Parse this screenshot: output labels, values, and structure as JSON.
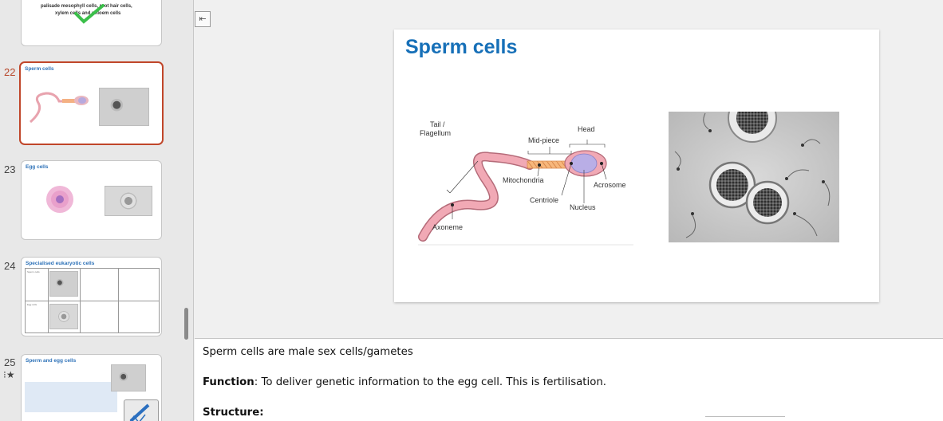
{
  "thumbnails": [
    {
      "caption_line1": "palisade mesophyll cells, root hair cells,",
      "caption_line2": "xylem cells and phloem cells"
    },
    {
      "number": "22",
      "title": "Sperm cells"
    },
    {
      "number": "23",
      "title": "Egg cells"
    },
    {
      "number": "24",
      "title": "Specialised eukaryotic cells",
      "row1_label": "Sperm cells",
      "row2_label": "Egg cells"
    },
    {
      "number": "25",
      "title": "Sperm and egg cells"
    }
  ],
  "slide": {
    "title": "Sperm cells",
    "labels": {
      "tail": "Tail /",
      "flagellum": "Flagellum",
      "head": "Head",
      "midpiece": "Mid-piece",
      "mitochondria": "Mitochondria",
      "acrosome": "Acrosome",
      "centriole": "Centriole",
      "nucleus": "Nucleus",
      "axoneme": "Axoneme"
    }
  },
  "notes": {
    "line1": "Sperm cells are male sex cells/gametes",
    "function_label": "Function",
    "function_text": ": To deliver genetic information to the egg cell. This is fertilisation.",
    "structure_label": "Structure:"
  },
  "colors": {
    "accent": "#c0462a",
    "title_blue": "#1770b8",
    "check_green": "#3bbf4a"
  }
}
